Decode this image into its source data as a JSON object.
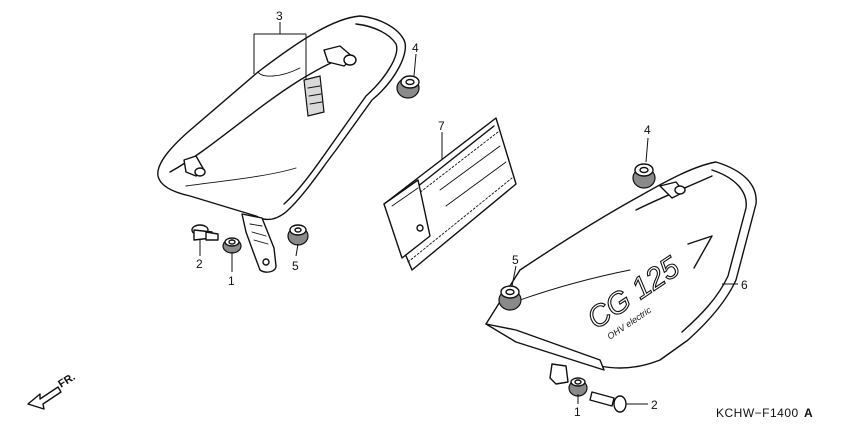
{
  "diagram": {
    "callouts": [
      {
        "id": "c1",
        "label": "3"
      },
      {
        "id": "c2",
        "label": "4"
      },
      {
        "id": "c3",
        "label": "7"
      },
      {
        "id": "c4",
        "label": "2"
      },
      {
        "id": "c5",
        "label": "1"
      },
      {
        "id": "c6",
        "label": "5"
      },
      {
        "id": "c7",
        "label": "4"
      },
      {
        "id": "c8",
        "label": "5"
      },
      {
        "id": "c9",
        "label": "6"
      },
      {
        "id": "c10",
        "label": "1"
      },
      {
        "id": "c11",
        "label": "2"
      }
    ],
    "direction_label": "FR.",
    "reference_code": "KCHW−F1400",
    "reference_suffix": "A",
    "emblem_text": "CG 125",
    "emblem_subtext": "OHV electric"
  }
}
